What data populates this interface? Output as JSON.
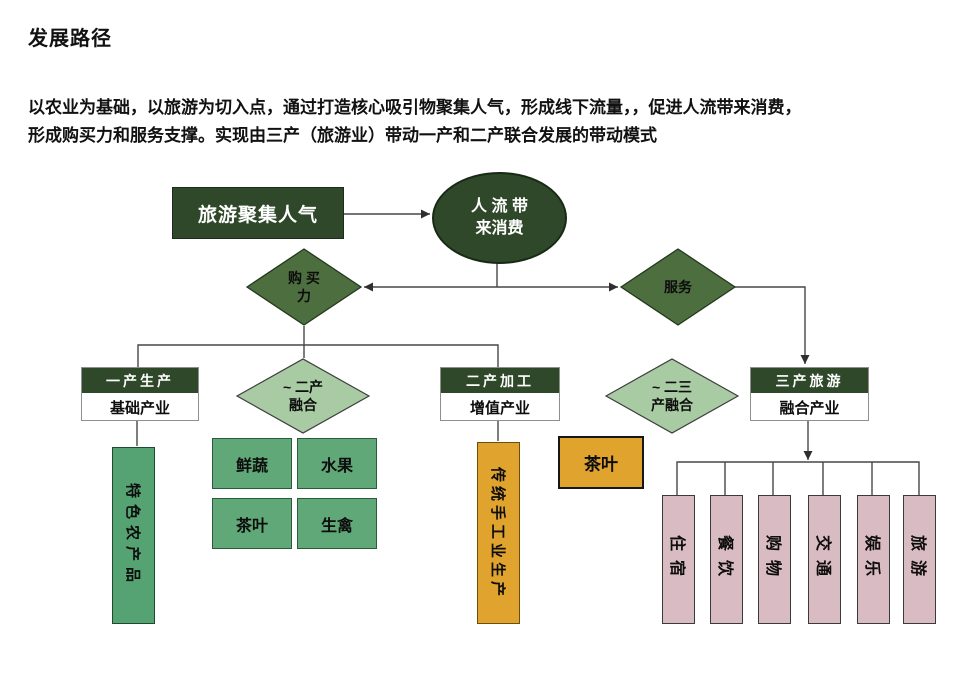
{
  "page": {
    "title": "发展路径",
    "intro": "以农业为基础，以旅游为切入点，通过打造核心吸引物聚集人气，形成线下流量，，促进人流带来消费，\n形成购买力和服务支撑。实现由三产（旅游业）带动一产和二产联合发展的带动模式"
  },
  "flowchart": {
    "nodes": {
      "tourism_rect": "旅游聚集人气",
      "consumption_ellipse": "人 流 带\n来消费",
      "purchase_diamond": "购 买\n力",
      "service_diamond": "服务",
      "fusion2_diamond": "~ 二产\n融合",
      "fusion23_diamond": "~ 二三\n产融合",
      "primary": {
        "header": "一产生产",
        "sub": "基础产业"
      },
      "secondary": {
        "header": "二产加工",
        "sub": "增值产业"
      },
      "tertiary": {
        "header": "三产旅游",
        "sub": "融合产业"
      },
      "primary_bar": "特色农产品",
      "products": [
        "鲜蔬",
        "水果",
        "茶叶",
        "生禽"
      ],
      "secondary_bar": "传统手工业生产",
      "tea_box": "茶叶",
      "tertiary_bars": [
        "住宿",
        "餐饮",
        "购物",
        "交通",
        "娱乐",
        "旅游"
      ]
    },
    "colors": {
      "dark_green": "#2E4829",
      "mid_green_diamond": "#4D6E3E",
      "light_green_diamond": "#A9CBA3",
      "product_green": "#60A878",
      "bar_green": "#55A272",
      "orange": "#DFA32E",
      "pink": "#D9BBC3",
      "connector": "#464646",
      "text_dark": "#0d0d0d",
      "text_light": "#ffffff"
    }
  }
}
